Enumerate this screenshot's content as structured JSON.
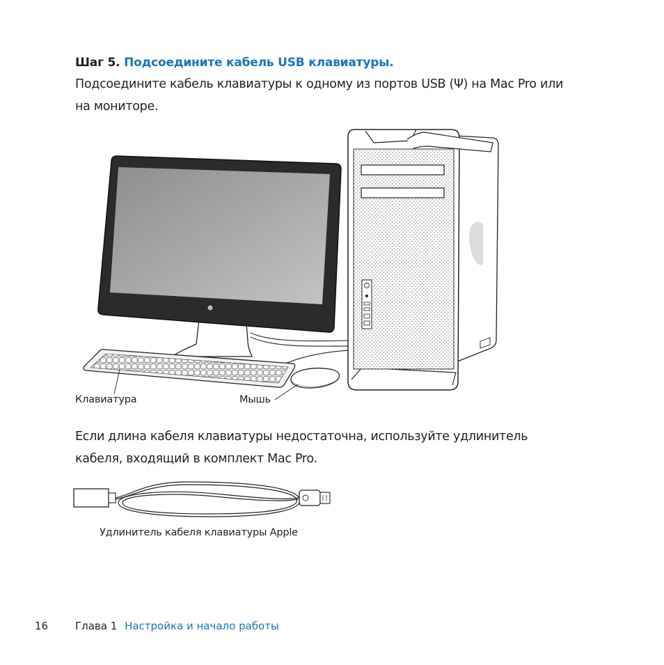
{
  "step": {
    "prefix": "Шаг 5.",
    "title": "Подсоедините кабель USB клавиатуры."
  },
  "paragraph1": {
    "before": "Подсоедините кабель клавиатуры к одному из портов USB (",
    "symbol": "Ψ",
    "after": ") на Mac Pro или на мониторе."
  },
  "figure1": {
    "keyboard_label": "Клавиатура",
    "mouse_label": "Мышь"
  },
  "paragraph2": "Если длина кабеля клавиатуры недостаточна, используйте удлинитель кабеля, входящий в комплект Mac Pro.",
  "figure2": {
    "caption": "Удлинитель кабеля клавиатуры Apple"
  },
  "footer": {
    "page_number": "16",
    "chapter_label": "Глава 1",
    "chapter_title": "Настройка и начало работы"
  },
  "colors": {
    "accent": "#1a75bb",
    "text": "#231f20"
  }
}
